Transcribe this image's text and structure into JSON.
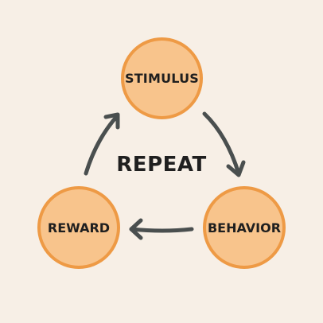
{
  "diagram": {
    "center_label": "REPEAT",
    "nodes": {
      "stimulus": "STIMULUS",
      "behavior": "BEHAVIOR",
      "reward": "REWARD"
    }
  },
  "colors": {
    "background": "#f7efe6",
    "node_fill": "#f8c48c",
    "node_border": "#ee9a45",
    "arrow": "#4a4f4f",
    "text": "#1f1f1f"
  }
}
